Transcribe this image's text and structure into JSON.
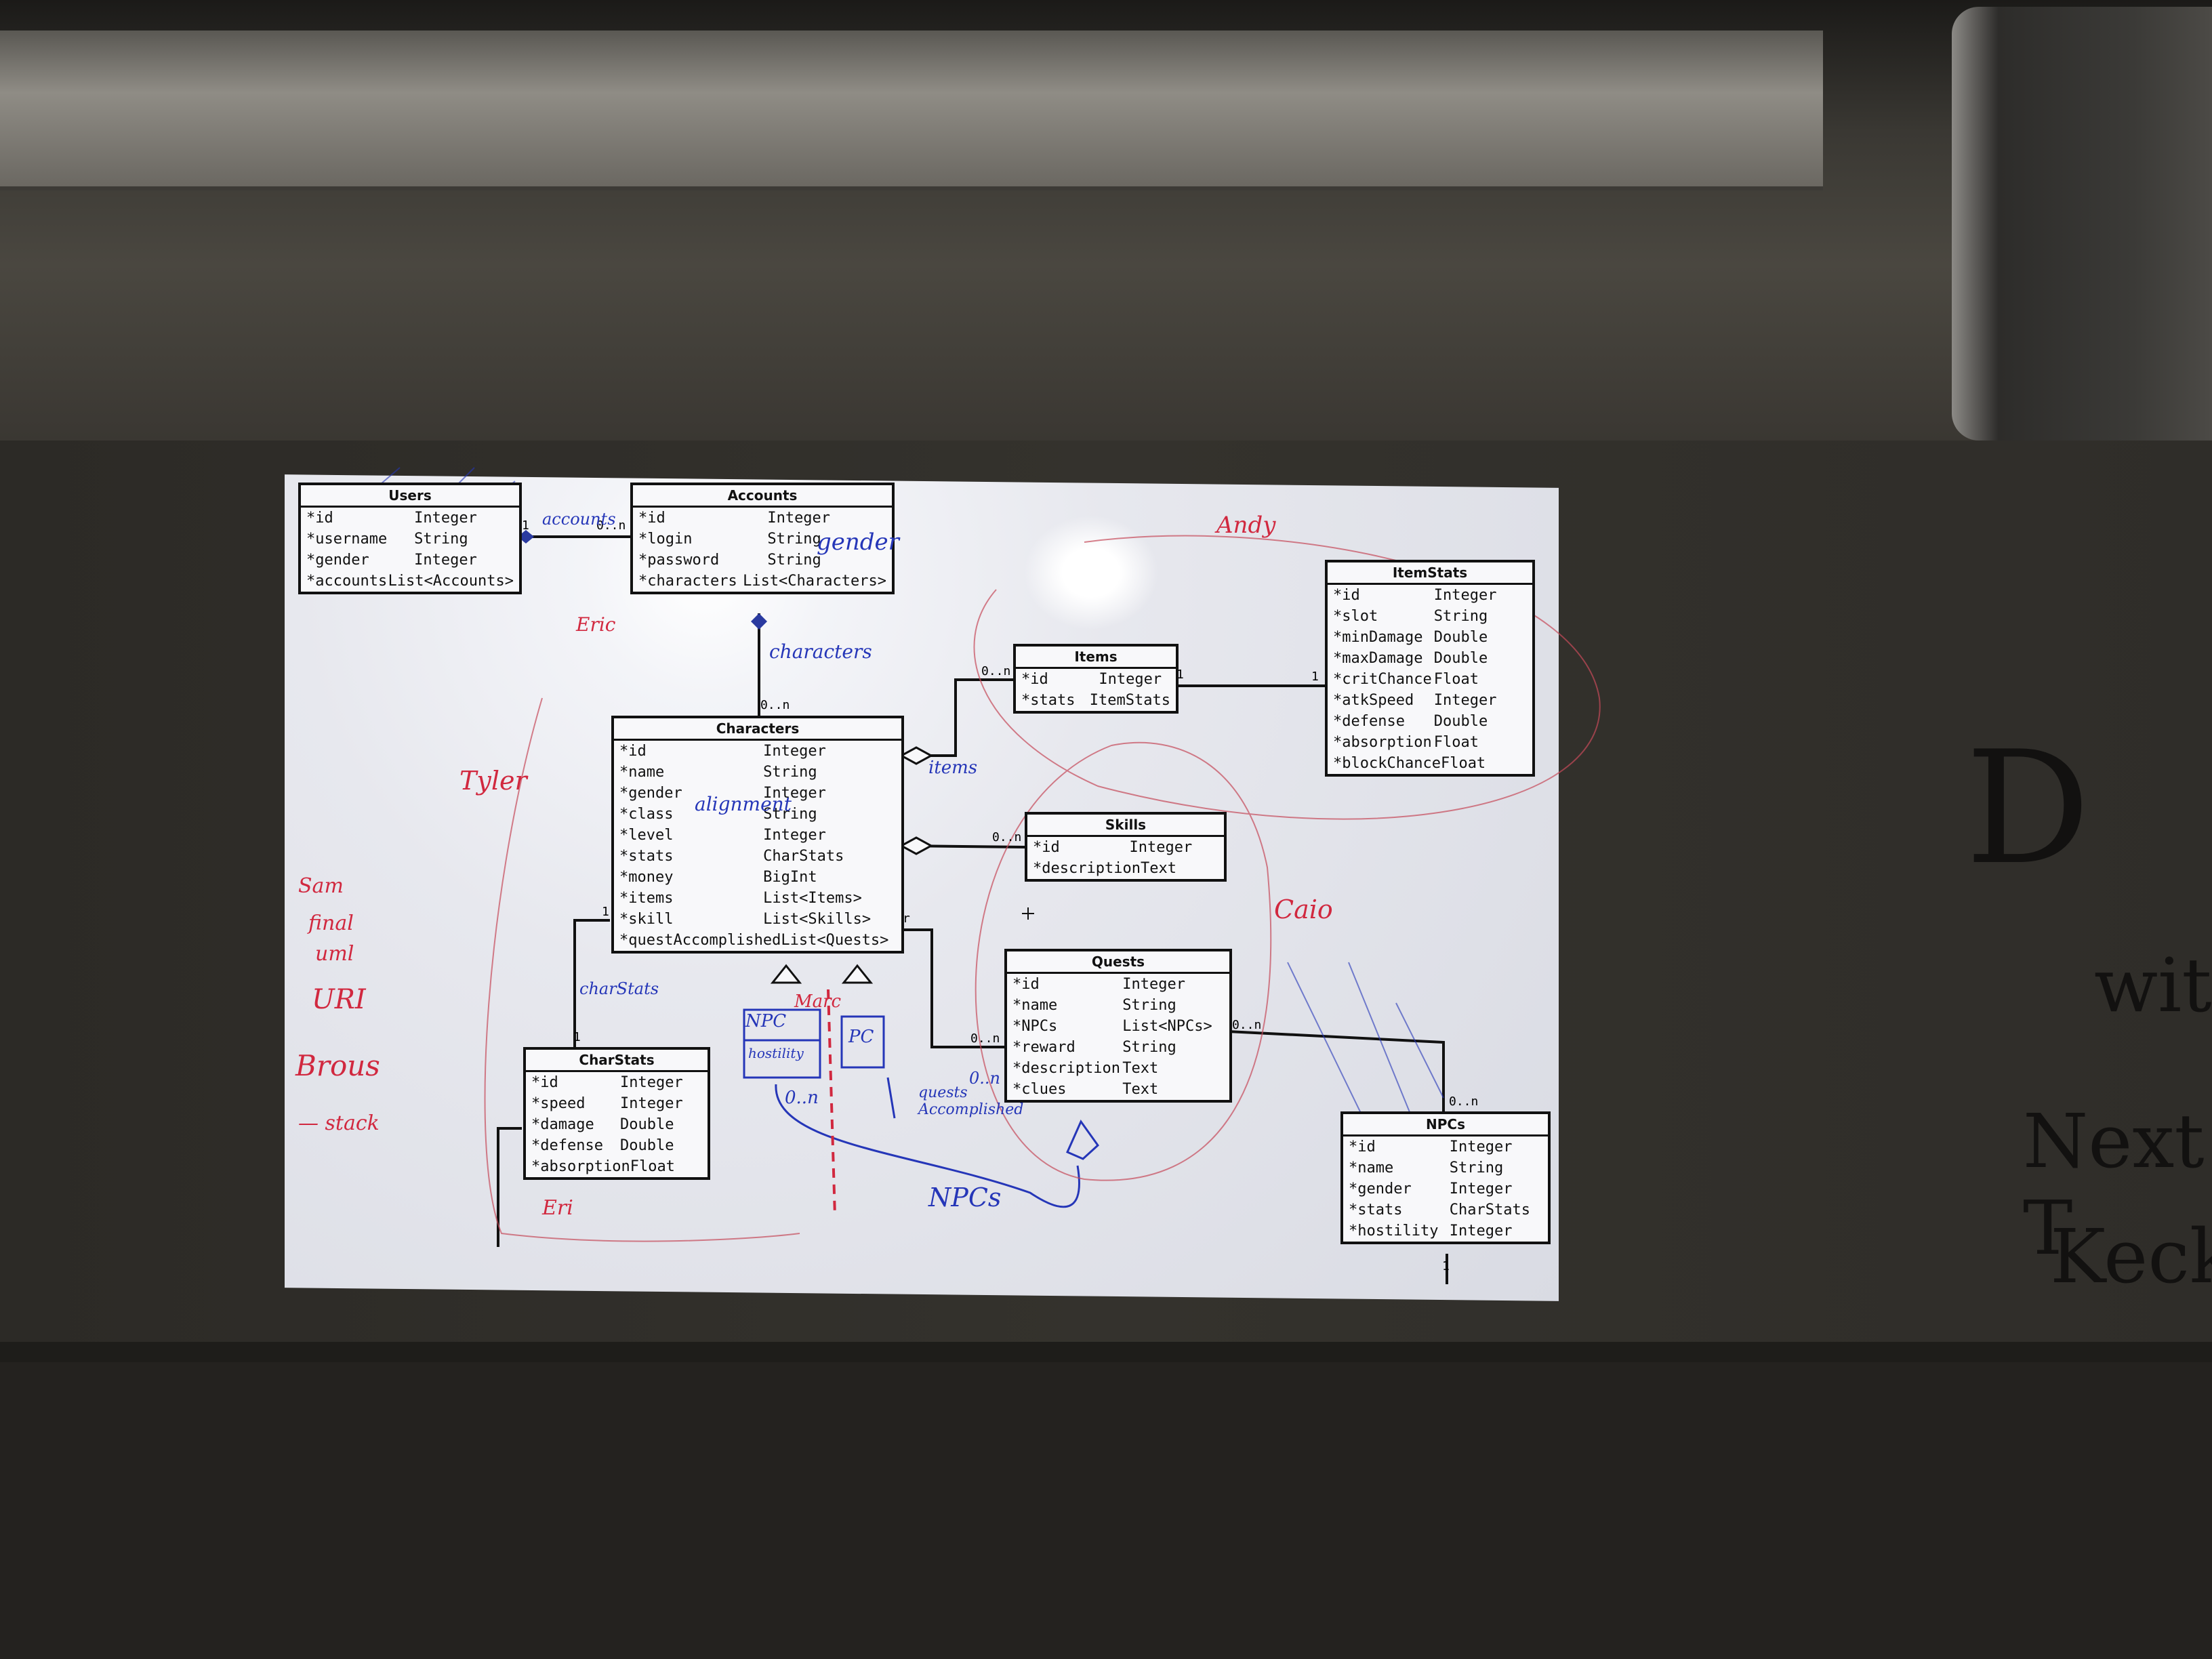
{
  "classes": {
    "users": {
      "title": "Users",
      "rows": [
        {
          "name": "*id",
          "type": "Integer"
        },
        {
          "name": "*username",
          "type": "String"
        },
        {
          "name": "*gender",
          "type": "Integer"
        },
        {
          "name": "*accounts",
          "type": "List<Accounts>"
        }
      ]
    },
    "accounts": {
      "title": "Accounts",
      "rows": [
        {
          "name": "*id",
          "type": "Integer"
        },
        {
          "name": "*login",
          "type": "String"
        },
        {
          "name": "*password",
          "type": "String"
        },
        {
          "name": "*characters",
          "type": "List<Characters>"
        }
      ]
    },
    "items": {
      "title": "Items",
      "rows": [
        {
          "name": "*id",
          "type": "Integer"
        },
        {
          "name": "*stats",
          "type": "ItemStats"
        }
      ]
    },
    "itemstats": {
      "title": "ItemStats",
      "rows": [
        {
          "name": "*id",
          "type": "Integer"
        },
        {
          "name": "*slot",
          "type": "String"
        },
        {
          "name": "*minDamage",
          "type": "Double"
        },
        {
          "name": "*maxDamage",
          "type": "Double"
        },
        {
          "name": "*critChance",
          "type": "Float"
        },
        {
          "name": "*atkSpeed",
          "type": "Integer"
        },
        {
          "name": "*defense",
          "type": "Double"
        },
        {
          "name": "*absorption",
          "type": "Float"
        },
        {
          "name": "*blockChance",
          "type": "Float"
        }
      ]
    },
    "characters": {
      "title": "Characters",
      "rows": [
        {
          "name": "*id",
          "type": "Integer"
        },
        {
          "name": "*name",
          "type": "String"
        },
        {
          "name": "*gender",
          "type": "Integer"
        },
        {
          "name": "*class",
          "type": "String"
        },
        {
          "name": "*level",
          "type": "Integer"
        },
        {
          "name": "*stats",
          "type": "CharStats"
        },
        {
          "name": "*money",
          "type": "BigInt"
        },
        {
          "name": "*items",
          "type": "List<Items>"
        },
        {
          "name": "*skill",
          "type": "List<Skills>"
        },
        {
          "name": "*questAccomplished",
          "type": "List<Quests>"
        }
      ]
    },
    "skills": {
      "title": "Skills",
      "rows": [
        {
          "name": "*id",
          "type": "Integer"
        },
        {
          "name": "*description",
          "type": "Text"
        }
      ]
    },
    "quests": {
      "title": "Quests",
      "rows": [
        {
          "name": "*id",
          "type": "Integer"
        },
        {
          "name": "*name",
          "type": "String"
        },
        {
          "name": "*NPCs",
          "type": "List<NPCs>"
        },
        {
          "name": "*reward",
          "type": "String"
        },
        {
          "name": "*description",
          "type": "Text"
        },
        {
          "name": "*clues",
          "type": "Text"
        }
      ]
    },
    "charstats": {
      "title": "CharStats",
      "rows": [
        {
          "name": "*id",
          "type": "Integer"
        },
        {
          "name": "*speed",
          "type": "Integer"
        },
        {
          "name": "*damage",
          "type": "Double"
        },
        {
          "name": "*defense",
          "type": "Double"
        },
        {
          "name": "*absorption",
          "type": "Float"
        }
      ]
    },
    "npcs": {
      "title": "NPCs",
      "rows": [
        {
          "name": "*id",
          "type": "Integer"
        },
        {
          "name": "*name",
          "type": "String"
        },
        {
          "name": "*gender",
          "type": "Integer"
        },
        {
          "name": "*stats",
          "type": "CharStats"
        },
        {
          "name": "*hostility",
          "type": "Integer"
        }
      ]
    }
  },
  "multiplicities": {
    "users_accounts_one": "1",
    "users_accounts_many": "0..n",
    "accounts_characters": "0..n",
    "items_left": "0..n",
    "items_right": "1",
    "itemstats_left": "1",
    "skills_left": "0..n",
    "characters_charstats": "1",
    "charstats_top": "1",
    "quests_left": "0..n",
    "quests_right": "0..n",
    "npcs_top": "0..n",
    "npcs_bottom": "1",
    "characters_quests": "r"
  },
  "annotations": {
    "accounts_label": "accounts",
    "gender_label": "gender",
    "characters_label": "characters",
    "items_label": "items",
    "alignment_label": "alignment",
    "charstats_label": "charStats",
    "npc_box": "NPC",
    "hostility_box": "hostility",
    "pc_box": "PC",
    "quests_accomplished": "quests Accomplished",
    "npcs_label": "NPCs",
    "zero_n_1": "0..n",
    "zero_n_2": "0..n",
    "eric_1": "Eric",
    "tyler": "Tyler",
    "sam": "Sam",
    "final": "final",
    "uml": "uml",
    "uri": "URI",
    "brous": "Brous",
    "stack": "— stack",
    "eric_2": "Eri",
    "andy": "Andy",
    "caio": "Caio",
    "marc": "Marc"
  },
  "board_text": {
    "line1": "D",
    "line2": "wit",
    "line3": "Next T",
    "line4": "Keckl"
  },
  "colors": {
    "red_marker": "#d1283f",
    "blue_marker": "#2536b8"
  }
}
